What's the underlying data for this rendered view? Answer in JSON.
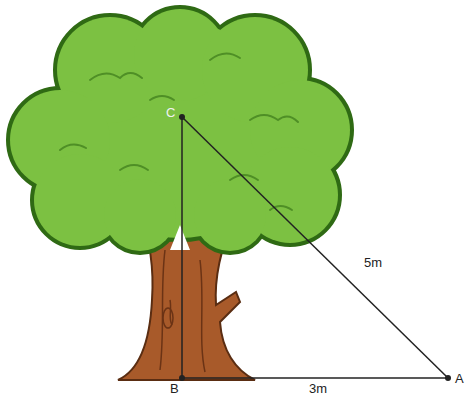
{
  "diagram": {
    "labels": [
      "C",
      "B",
      "A",
      "5m",
      "3m"
    ]
  }
}
